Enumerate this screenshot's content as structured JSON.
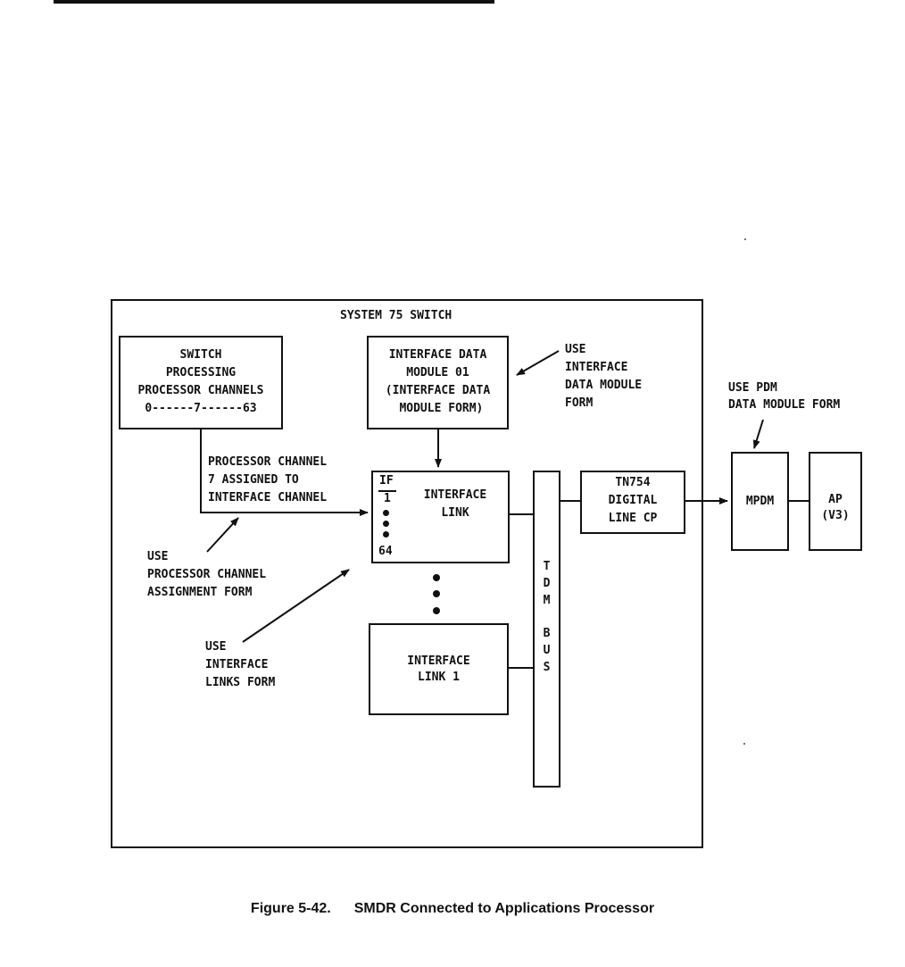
{
  "diagram": {
    "system_title": "SYSTEM 75 SWITCH",
    "switch_processing": {
      "lines": [
        "SWITCH",
        "PROCESSING",
        "PROCESSOR CHANNELS",
        "0------7------63"
      ]
    },
    "interface_data_module": {
      "lines": [
        "INTERFACE DATA",
        "MODULE 01",
        "(INTERFACE DATA",
        " MODULE FORM)"
      ]
    },
    "note_interface_data_module": {
      "lines": [
        "USE",
        "INTERFACE",
        "DATA MODULE",
        "FORM"
      ]
    },
    "note_pdm": {
      "lines": [
        "USE PDM",
        "DATA MODULE FORM"
      ]
    },
    "processor_channel_label": {
      "lines": [
        "PROCESSOR CHANNEL",
        "7 ASSIGNED TO",
        "INTERFACE CHANNEL"
      ]
    },
    "interface_link": {
      "if_top": "IF",
      "if_under": "1",
      "if_bottom": "64",
      "lines": [
        "INTERFACE",
        "LINK"
      ]
    },
    "interface_link_1": {
      "lines": [
        "INTERFACE",
        "LINK 1"
      ]
    },
    "note_processor_channel": {
      "lines": [
        "USE",
        "PROCESSOR CHANNEL",
        "ASSIGNMENT FORM"
      ]
    },
    "note_interface_links": {
      "lines": [
        "USE",
        "INTERFACE",
        "LINKS FORM"
      ]
    },
    "tdm_bus": {
      "letters": [
        "T",
        "D",
        "M",
        "",
        "B",
        "U",
        "S"
      ]
    },
    "tn754": {
      "lines": [
        "TN754",
        "DIGITAL",
        "LINE CP"
      ]
    },
    "mpdm": {
      "label": "MPDM"
    },
    "ap": {
      "lines": [
        "AP",
        "(V3)"
      ]
    }
  },
  "caption": {
    "number": "Figure 5-42.",
    "title": "SMDR Connected to Applications Processor"
  }
}
